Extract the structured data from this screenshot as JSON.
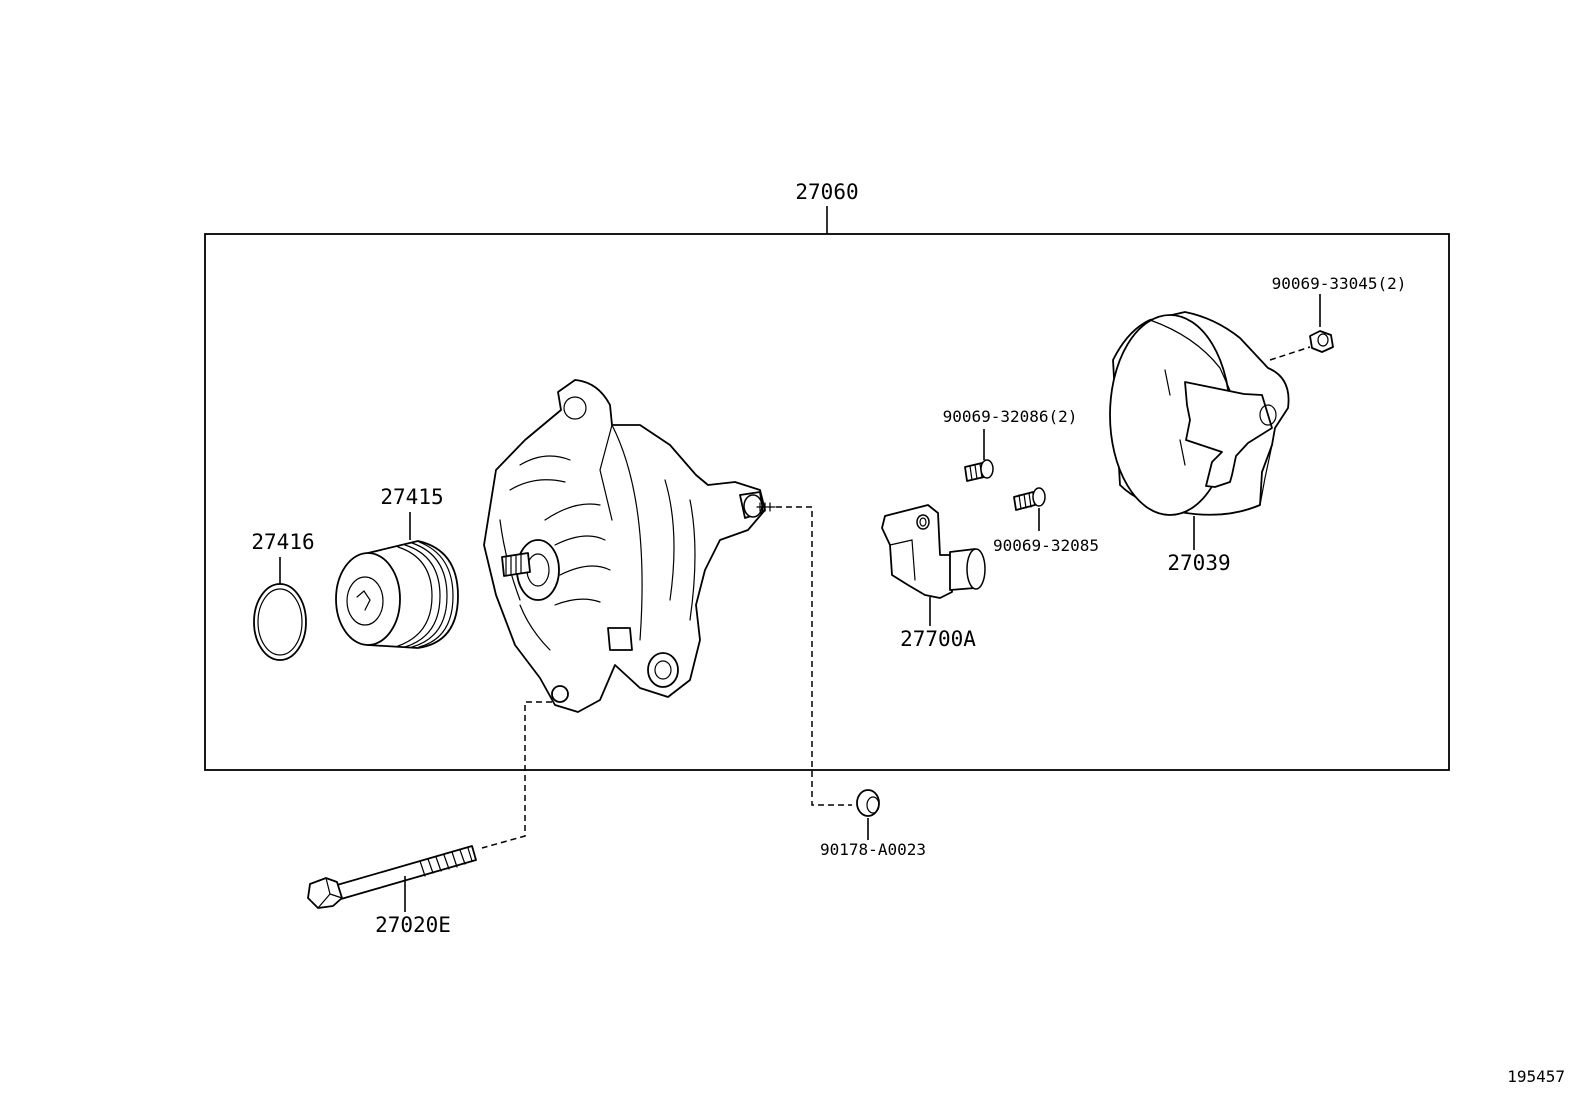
{
  "callouts": {
    "assembly": "27060",
    "bolt_long": "27020E",
    "ring": "27416",
    "pulley": "27415",
    "regulator": "27700A",
    "rear_cover": "27039",
    "screw_a": "90069-32086(2)",
    "screw_b": "90069-32085",
    "cover_nut": "90069-33045(2)",
    "terminal_nut": "90178-A0023"
  },
  "figure_id": "195457"
}
